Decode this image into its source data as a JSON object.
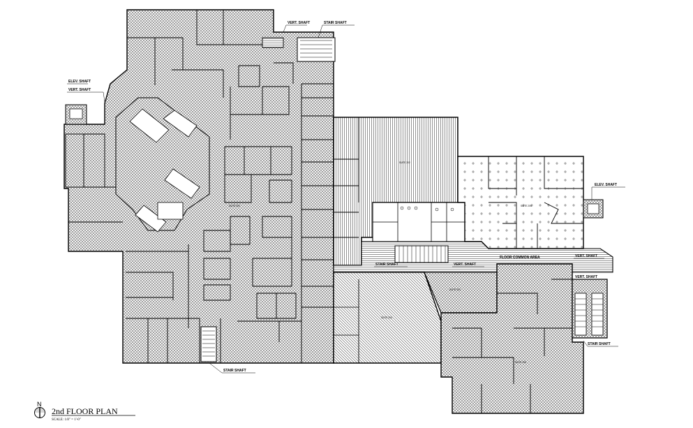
{
  "plan": {
    "title": "2nd FLOOR PLAN",
    "scale": "SCALE: 1/8\" = 1'-0\"",
    "north": "N"
  },
  "labels": {
    "vert_shaft_top": "VERT. SHAFT",
    "stair_shaft_top": "STAIR SHAFT",
    "elev_shaft_left": "ELEV. SHAFT",
    "vert_shaft_left": "VERT. SHAFT",
    "suite_main": "SUITE 200",
    "suite_center": "SUITE 202",
    "suite_right": "SUITE 205",
    "elev_shaft_right": "ELEV. SHAFT",
    "floor_common": "FLOOR COMMON AREA",
    "stair_shaft_mid": "STAIR SHAFT",
    "vert_shaft_mid": "VERT. SHAFT",
    "vert_shaft_right1": "VERT. SHAFT",
    "vert_shaft_right2": "VERT. SHAFT",
    "suite_lower_center": "SUITE 204",
    "suite_lower_mid": "SUITE 203",
    "suite_lower_right": "SUITE 206",
    "stair_shaft_right": "STAIR SHAFT",
    "stair_shaft_bottom": "STAIR SHAFT"
  }
}
